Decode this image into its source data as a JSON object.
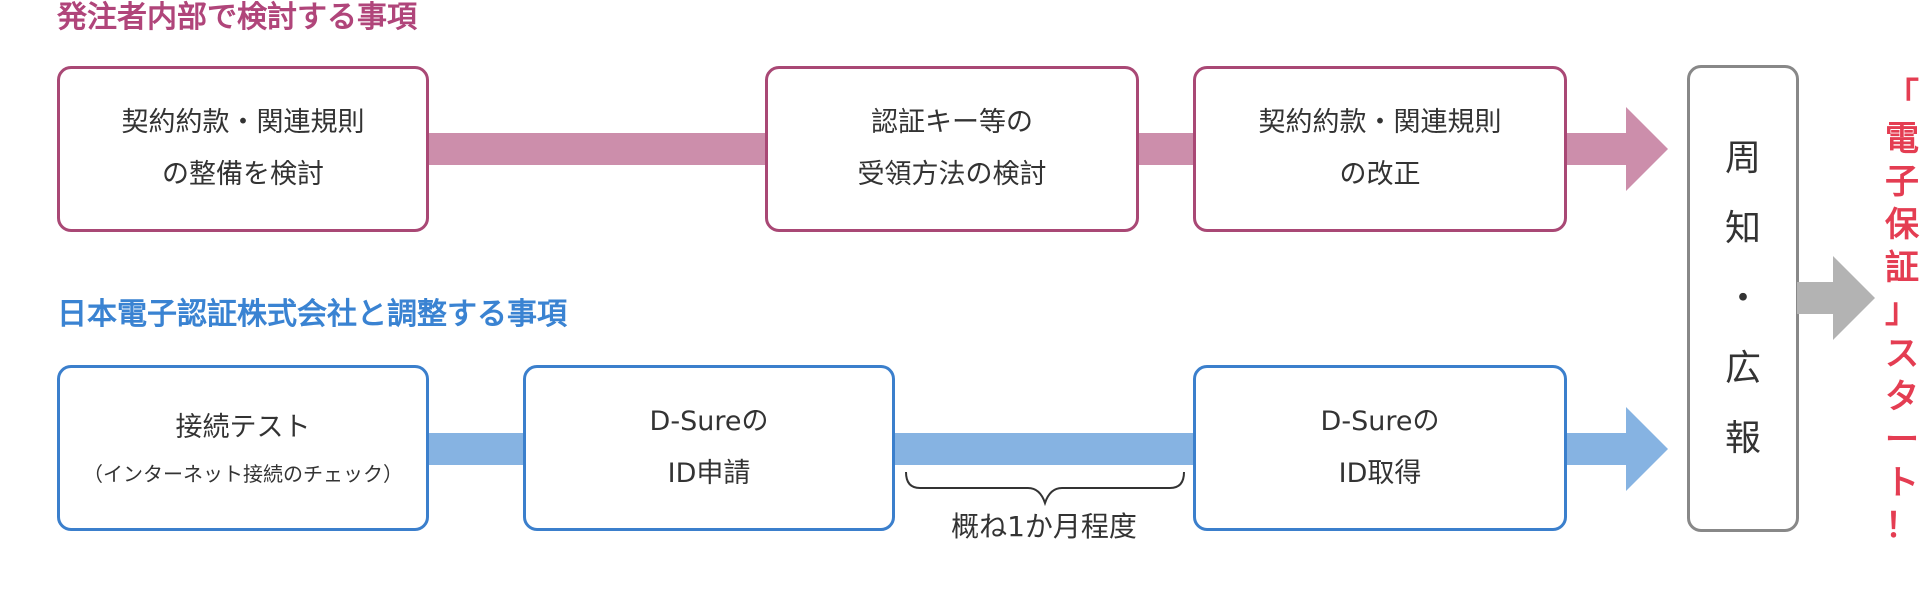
{
  "sections": {
    "internal": {
      "title": "発注者内部で検討する事項",
      "boxes": [
        {
          "lines": [
            "契約約款・関連規則",
            "の整備を検討"
          ]
        },
        {
          "lines": [
            "認証キー等の",
            "受領方法の検討"
          ]
        },
        {
          "lines": [
            "契約約款・関連規則",
            "の改正"
          ]
        }
      ]
    },
    "partner": {
      "title": "日本電子認証株式会社と調整する事項",
      "boxes": [
        {
          "lines": [
            "接続テスト",
            "（インターネット接続のチェック）"
          ]
        },
        {
          "lines": [
            "D-Sureの",
            "ID申請"
          ]
        },
        {
          "lines": [
            "D-Sureの",
            "ID取得"
          ]
        }
      ],
      "duration_label": "概ね1か月程度"
    }
  },
  "announcement": {
    "chars": [
      "周",
      "知",
      "・",
      "広",
      "報"
    ]
  },
  "start_message": {
    "chars": [
      "「",
      "電",
      "子",
      "保",
      "証",
      "」",
      "ス",
      "タ",
      "ー",
      "ト",
      "！"
    ]
  },
  "colors": {
    "internal_border": "#a94875",
    "internal_arrow": "#cc8eab",
    "partner_border": "#3b7fcc",
    "partner_arrow": "#86b3e2",
    "announce_border": "#888888",
    "announce_arrow": "#b3b3b3",
    "start_text": "#e43d52"
  }
}
